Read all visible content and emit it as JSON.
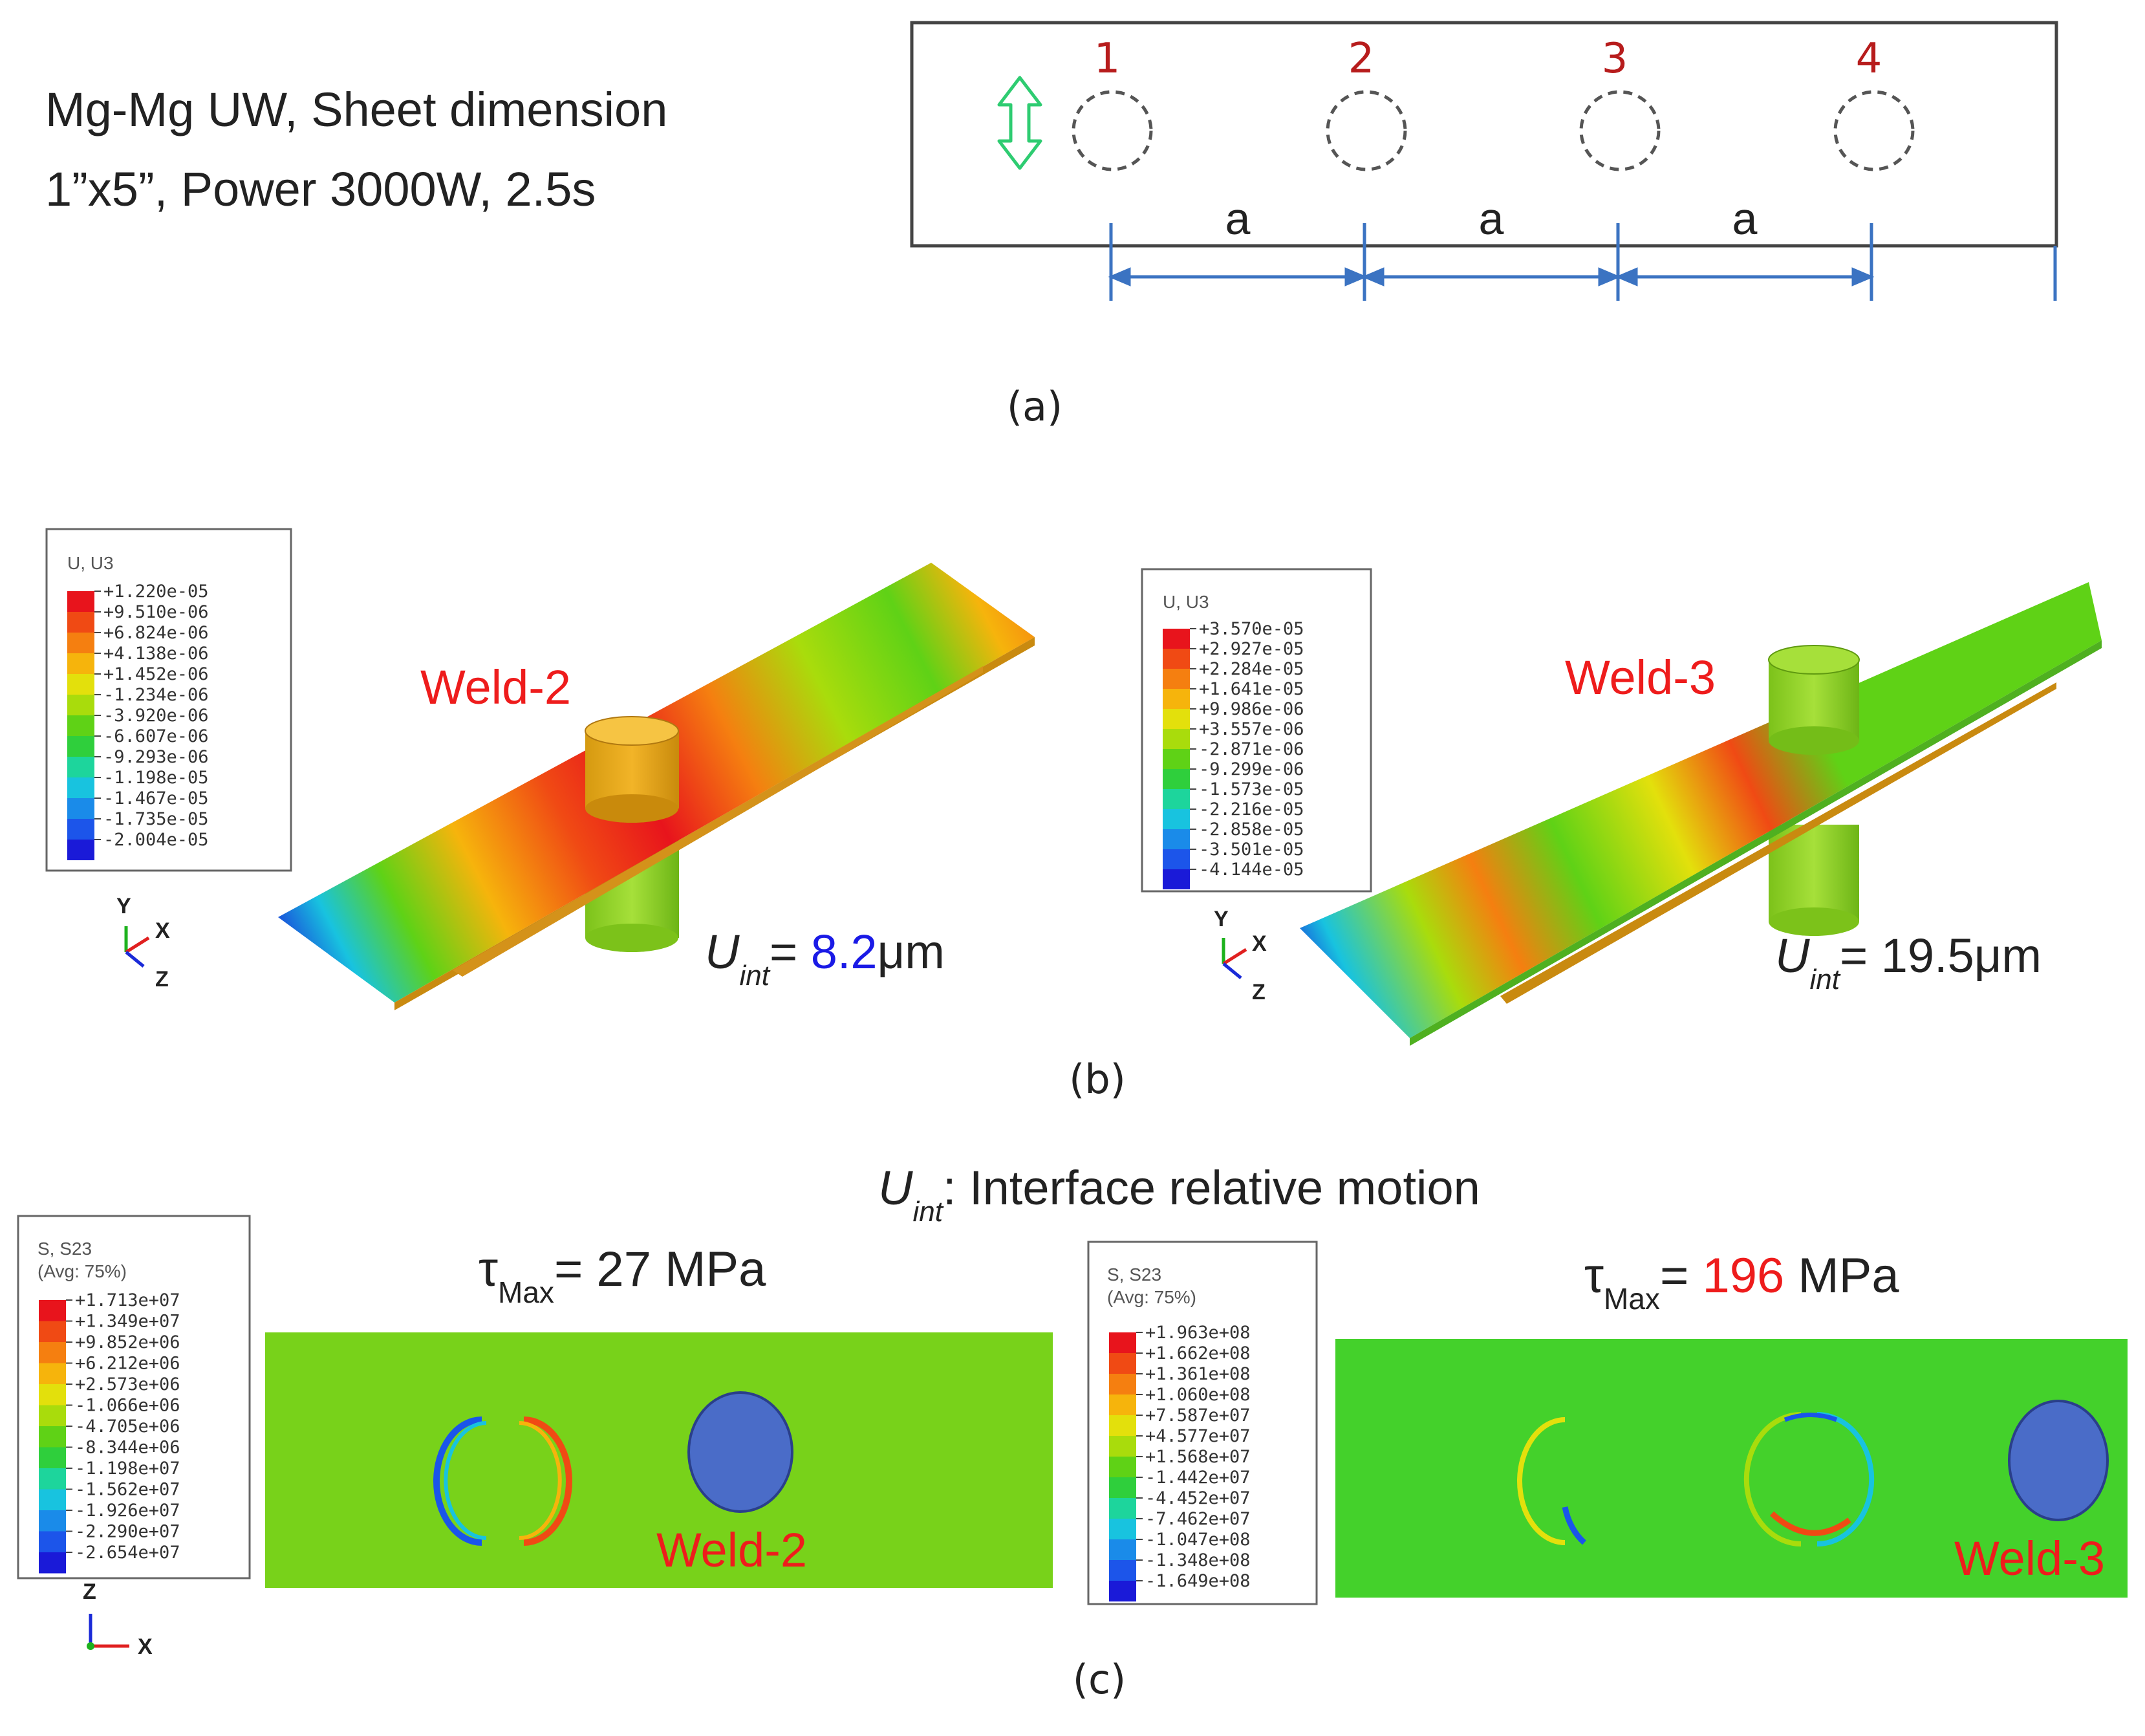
{
  "panel_a": {
    "line1": "Mg-Mg UW, Sheet dimension",
    "line2": "1”x5”, Power 3000W, 2.5s",
    "weld_numbers": [
      "1",
      "2",
      "3",
      "4"
    ],
    "spacing_label": "a",
    "caption": "(a)"
  },
  "panel_b": {
    "left": {
      "legend_title": "U, U3",
      "legend_values": [
        "+1.220e-05",
        "+9.510e-06",
        "+6.824e-06",
        "+4.138e-06",
        "+1.452e-06",
        "-1.234e-06",
        "-3.920e-06",
        "-6.607e-06",
        "-9.293e-06",
        "-1.198e-05",
        "-1.467e-05",
        "-1.735e-05",
        "-2.004e-05"
      ],
      "weld_label": "Weld-2",
      "uint_symbol": "U",
      "uint_sub": "int",
      "uint_eq": "= ",
      "uint_value": "8.2",
      "uint_unit": "μm"
    },
    "right": {
      "legend_title": "U, U3",
      "legend_values": [
        "+3.570e-05",
        "+2.927e-05",
        "+2.284e-05",
        "+1.641e-05",
        "+9.986e-06",
        "+3.557e-06",
        "-2.871e-06",
        "-9.299e-06",
        "-1.573e-05",
        "-2.216e-05",
        "-2.858e-05",
        "-3.501e-05",
        "-4.144e-05"
      ],
      "weld_label": "Weld-3",
      "uint_symbol": "U",
      "uint_sub": "int",
      "uint_eq": "= 19.5μm"
    },
    "triad": {
      "y": "Y",
      "x": "X",
      "z": "Z"
    },
    "caption": "(b)"
  },
  "panel_c": {
    "uint_symbol": "U",
    "uint_sub": "int",
    "uint_desc": ": Interface relative motion",
    "left": {
      "legend_title": "S, S23",
      "legend_avg": "(Avg: 75%)",
      "legend_values": [
        "+1.713e+07",
        "+1.349e+07",
        "+9.852e+06",
        "+6.212e+06",
        "+2.573e+06",
        "-1.066e+06",
        "-4.705e+06",
        "-8.344e+06",
        "-1.198e+07",
        "-1.562e+07",
        "-1.926e+07",
        "-2.290e+07",
        "-2.654e+07"
      ],
      "tau_symbol": "τ",
      "tau_sub": "Max",
      "tau_eq": "= 27 MPa",
      "weld_label": "Weld-2"
    },
    "right": {
      "legend_title": "S, S23",
      "legend_avg": "(Avg: 75%)",
      "legend_values": [
        "+1.963e+08",
        "+1.662e+08",
        "+1.361e+08",
        "+1.060e+08",
        "+7.587e+07",
        "+4.577e+07",
        "+1.568e+07",
        "-1.442e+07",
        "-4.452e+07",
        "-7.462e+07",
        "-1.047e+08",
        "-1.348e+08",
        "-1.649e+08"
      ],
      "tau_symbol": "τ",
      "tau_sub": "Max",
      "tau_eq": "= ",
      "tau_value": "196",
      "tau_unit": " MPa",
      "weld_label": "Weld-3"
    },
    "triad": {
      "z": "Z",
      "x": "X"
    },
    "caption": "(c)"
  },
  "contour_colors": [
    "#e8141c",
    "#f04a14",
    "#f57f10",
    "#f6b40c",
    "#e3e00c",
    "#a9dc0c",
    "#5fd216",
    "#2fcf3c",
    "#1dd59c",
    "#18c3df",
    "#1a8be9",
    "#1c55ea",
    "#1a1ad8"
  ],
  "colors": {
    "weld_label": "#ee1c1c",
    "weld_number": "#b71c1c",
    "highlight_blue": "#1a1ae6",
    "highlight_red": "#ee1c1c",
    "dimension_line": "#3b73c2",
    "arrow_green": "#2ecc71",
    "plot_green": "#78d21a",
    "weld_disc": "#4a6cc8"
  }
}
